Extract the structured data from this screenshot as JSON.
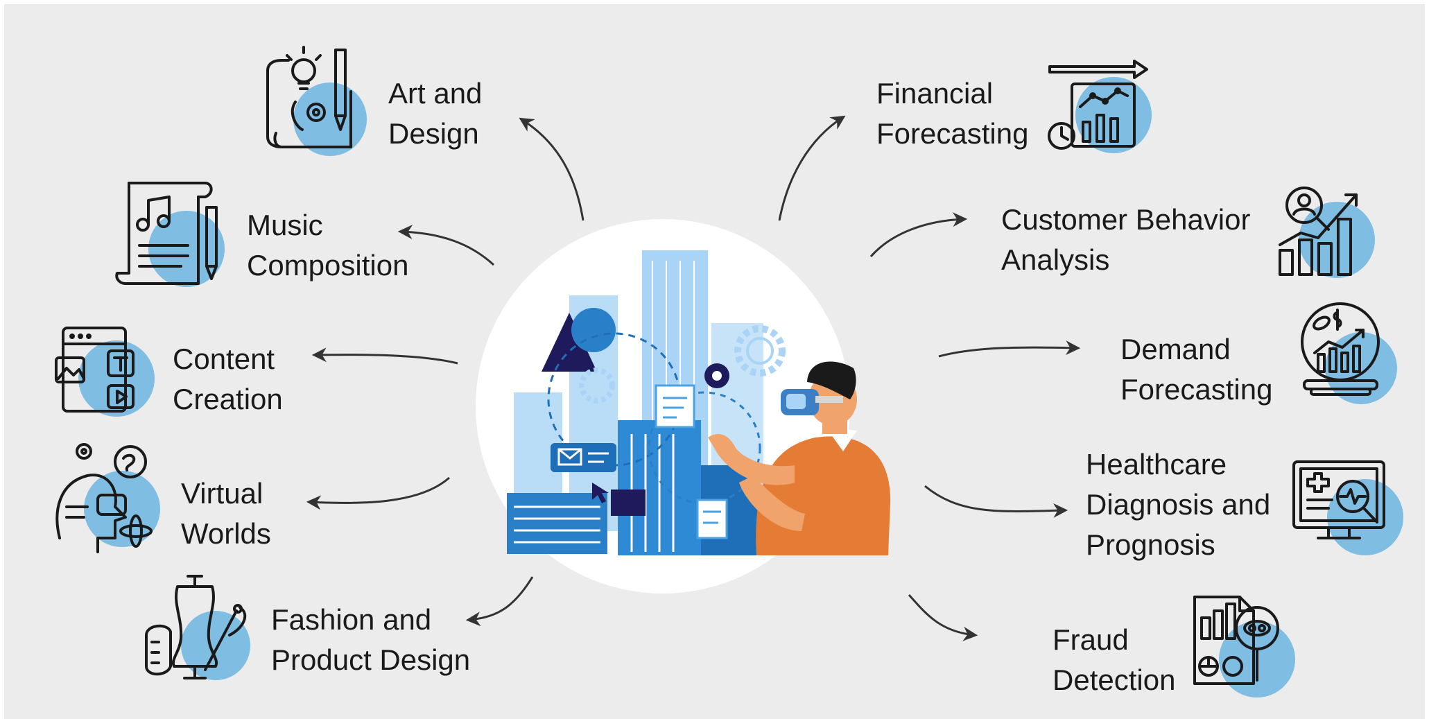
{
  "diagram": {
    "colors": {
      "background": "#ececec",
      "icon_circle": "#7fbde2",
      "icon_stroke": "#1a1a1a",
      "arrow": "#333333",
      "hero_blue_light": "#a9d4f5",
      "hero_blue_mid": "#4aa3e0",
      "hero_blue_dark": "#1f6fb8",
      "hero_navy": "#1f1a5c",
      "hero_orange": "#e57c36"
    },
    "center": {
      "icon": "vr-developer-city-illustration"
    },
    "left_items": [
      {
        "id": "art",
        "lines": [
          "Art and",
          "Design"
        ],
        "icon": "art-design-icon"
      },
      {
        "id": "music",
        "lines": [
          "Music",
          "Composition"
        ],
        "icon": "music-sheet-icon"
      },
      {
        "id": "content",
        "lines": [
          "Content",
          "Creation"
        ],
        "icon": "content-media-icon"
      },
      {
        "id": "virtual",
        "lines": [
          "Virtual",
          "Worlds"
        ],
        "icon": "vr-head-icon"
      },
      {
        "id": "fashion",
        "lines": [
          "Fashion and",
          "Product Design"
        ],
        "icon": "mannequin-icon"
      }
    ],
    "right_items": [
      {
        "id": "financial",
        "lines": [
          "Financial",
          "Forecasting"
        ],
        "icon": "financial-chart-icon"
      },
      {
        "id": "customer",
        "lines": [
          "Customer Behavior",
          "Analysis"
        ],
        "icon": "customer-analysis-icon"
      },
      {
        "id": "demand",
        "lines": [
          "Demand",
          "Forecasting"
        ],
        "icon": "crystal-ball-icon"
      },
      {
        "id": "healthcare",
        "lines": [
          "Healthcare",
          "Diagnosis and",
          "Prognosis"
        ],
        "icon": "medical-monitor-icon"
      },
      {
        "id": "fraud",
        "lines": [
          "Fraud",
          "Detection"
        ],
        "icon": "fraud-search-icon"
      }
    ]
  }
}
